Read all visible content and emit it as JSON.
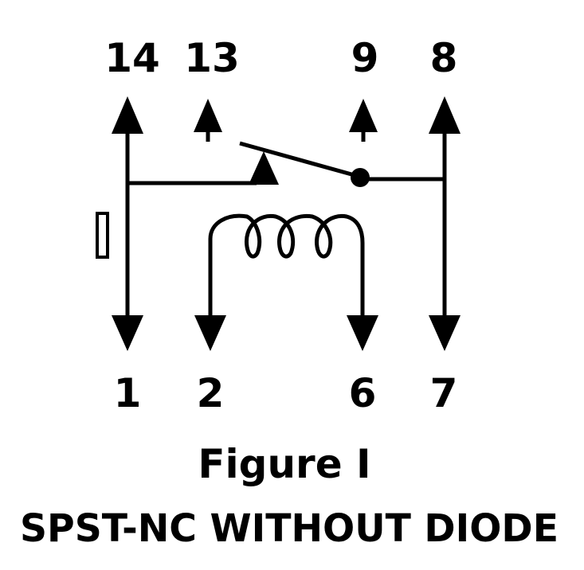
{
  "top_pins": {
    "p14": "14",
    "p13": "13",
    "p9": "9",
    "p8": "8"
  },
  "bottom_pins": {
    "p1": "1",
    "p2": "2",
    "p6": "6",
    "p7": "7"
  },
  "caption": {
    "title": "Figure I",
    "subtitle": "SPST-NC WITHOUT DIODE"
  }
}
